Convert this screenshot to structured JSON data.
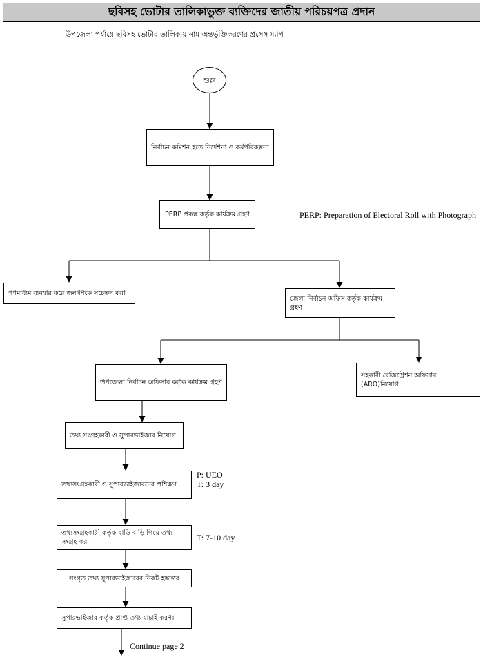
{
  "title": "ছবিসহ ভোটার তালিকাভুক্ত ব্যক্তিদের জাতীয় পরিচয়পত্র প্রদান",
  "subtitle": "উপজেলা পর্যায়ে ছবিসহ ভোটার তালিকায় নাম অন্তর্ভুক্তিকরণের প্রসেস ম্যাপ",
  "nodes": {
    "start": "শুরু",
    "ec_directive": "নির্বাচন কমিশন হতে নির্দেশনা ও কর্মপরিকল্পনা",
    "perp_action": "PERP প্রকল্প কর্তৃক কার্যক্রম গ্রহণ",
    "media_awareness": "গণমাধ্যম ব্যবহার করে জনগণকে সচেতন করা",
    "district_office": "জেলা নির্বাচন অফিস কর্তৃক কার্যক্রম গ্রহণ",
    "upazila_officer": "উপজেলা নির্বাচন অফিসার কর্তৃক কার্যক্রম গ্রহণ",
    "aro_appointment": "সহকারী রেজিস্ট্রেশন অফিসার (ARO)নিয়োগ",
    "collector_appointment": "তথ্য সংগ্রহকারী ও সুপারভাইজার নিয়োগ",
    "training": "তথ্যসংগ্রহকারী ও সুপারভাইজারদের প্রশিক্ষণ",
    "door_to_door": "তথ্যসংগ্রহকারী কর্তৃক বাড়ি বাড়ি গিয়ে তথ্য সংগ্রহ করা",
    "handover": "সংগৃত তথ্য সুপারভাইজারের নিকট হস্তান্তর",
    "verification": "সুপারভাইজার কর্তৃক প্রাপ্ত তথ্য যাচাই করণ।"
  },
  "notes": {
    "perp_definition": "PERP: Preparation of Electoral Roll with Photograph",
    "training_person": "P: UEO",
    "training_time": "T: 3 day",
    "collection_time": "T: 7-10 day",
    "continue": "Continue page 2"
  }
}
